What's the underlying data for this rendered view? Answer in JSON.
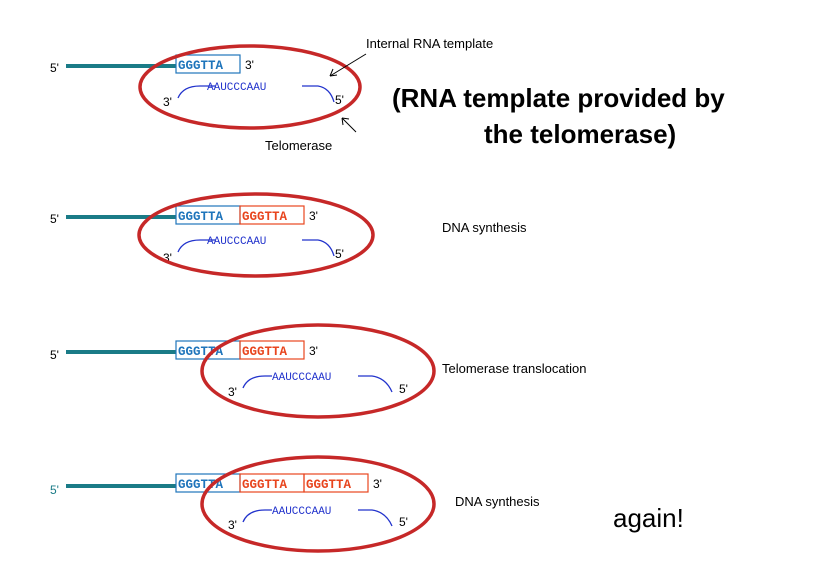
{
  "colors": {
    "dna_strand": "#1a7b87",
    "enzyme_outline": "#c62828",
    "old_repeat": "#1e74bb",
    "new_repeat": "#e8451e",
    "rna": "#2233cc"
  },
  "stages": [
    {
      "five_prime": "5'",
      "repeats": [
        {
          "seq": "GGGTTA",
          "kind": "old"
        }
      ],
      "three_prime": "3'",
      "rna_seq": "AAUCCCAAU",
      "rna_three": "3'",
      "rna_five": "5'",
      "side_label": ""
    },
    {
      "five_prime": "5'",
      "repeats": [
        {
          "seq": "GGGTTA",
          "kind": "old"
        },
        {
          "seq": "GGGTTA",
          "kind": "new"
        }
      ],
      "three_prime": "3'",
      "rna_seq": "AAUCCCAAU",
      "rna_three": "3'",
      "rna_five": "5'",
      "side_label": "DNA synthesis"
    },
    {
      "five_prime": "5'",
      "repeats": [
        {
          "seq": "GGGTTA",
          "kind": "old"
        },
        {
          "seq": "GGGTTA",
          "kind": "new"
        }
      ],
      "three_prime": "3'",
      "rna_seq": "AAUCCCAAU",
      "rna_three": "3'",
      "rna_five": "5'",
      "side_label": "Telomerase translocation"
    },
    {
      "five_prime": "5'",
      "repeats": [
        {
          "seq": "GGGTTA",
          "kind": "old"
        },
        {
          "seq": "GGGTTA",
          "kind": "new"
        },
        {
          "seq": "GGGTTA",
          "kind": "new"
        }
      ],
      "three_prime": "3'",
      "rna_seq": "AAUCCCAAU",
      "rna_three": "3'",
      "rna_five": "5'",
      "side_label": "DNA synthesis"
    }
  ],
  "annotations": {
    "internal_template": "Internal RNA template",
    "telomerase": "Telomerase",
    "heading_line1": "(RNA template provided by",
    "heading_line2": "the telomerase)",
    "again": "again!"
  }
}
